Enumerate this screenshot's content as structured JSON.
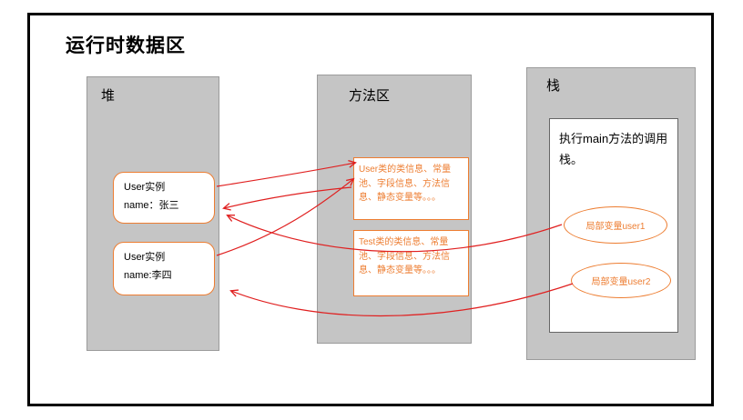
{
  "title": "运行时数据区",
  "colors": {
    "accent_orange": "#ED7D31",
    "arrow_red": "#E01F1F",
    "region_gray": "#C5C5C5"
  },
  "regions": {
    "heap": {
      "label": "堆",
      "instances": [
        {
          "line1": "User实例",
          "line2": "name：张三"
        },
        {
          "line1": "User实例",
          "line2": "name:李四"
        }
      ]
    },
    "method_area": {
      "label": "方法区",
      "blocks": [
        "User类的类信息、常量池、字段信息、方法信息、静态变量等。。。",
        "Test类的类信息、常量池、字段信息、方法信息、静态变量等。。。"
      ]
    },
    "stack": {
      "label": "栈",
      "frame": {
        "description": "执行main方法的调用栈。",
        "variables": [
          "局部变量user1",
          "局部变量user2"
        ]
      }
    }
  },
  "arrows": [
    {
      "from": "heap-instance-zhangsan",
      "to": "method-block-user-class"
    },
    {
      "from": "method-block-user-class",
      "to": "heap-instance-zhangsan"
    },
    {
      "from": "heap-instance-lisi",
      "to": "method-block-user-class"
    },
    {
      "from": "local-var-user1",
      "to": "heap-instance-zhangsan"
    },
    {
      "from": "local-var-user2",
      "to": "heap-instance-lisi"
    }
  ]
}
